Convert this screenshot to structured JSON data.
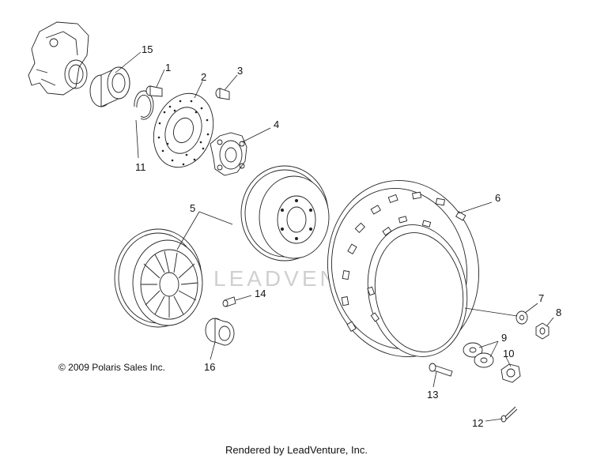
{
  "diagram": {
    "watermark": "LEADVENTURE",
    "copyright": "© 2009 Polaris Sales Inc.",
    "footer": "Rendered by LeadVenture, Inc.",
    "labels": {
      "p1": "1",
      "p2": "2",
      "p3": "3",
      "p4": "4",
      "p5": "5",
      "p6": "6",
      "p7": "7",
      "p8": "8",
      "p9": "9",
      "p10": "10",
      "p11": "11",
      "p12": "12",
      "p13": "13",
      "p14": "14",
      "p15": "15",
      "p16": "16"
    },
    "parts": [
      "steering-knuckle",
      "wheel-bearing",
      "retaining-ring",
      "brake-bolt",
      "brake-disc",
      "hub-bolt",
      "wheel-hub",
      "wheel-rim-rear-view",
      "wheel-rim-front-view",
      "tire",
      "washer",
      "lug-nut",
      "spacer-washers",
      "castle-nut",
      "cotter-pin",
      "wheel-stud",
      "valve-stem",
      "hub-bearing"
    ]
  }
}
